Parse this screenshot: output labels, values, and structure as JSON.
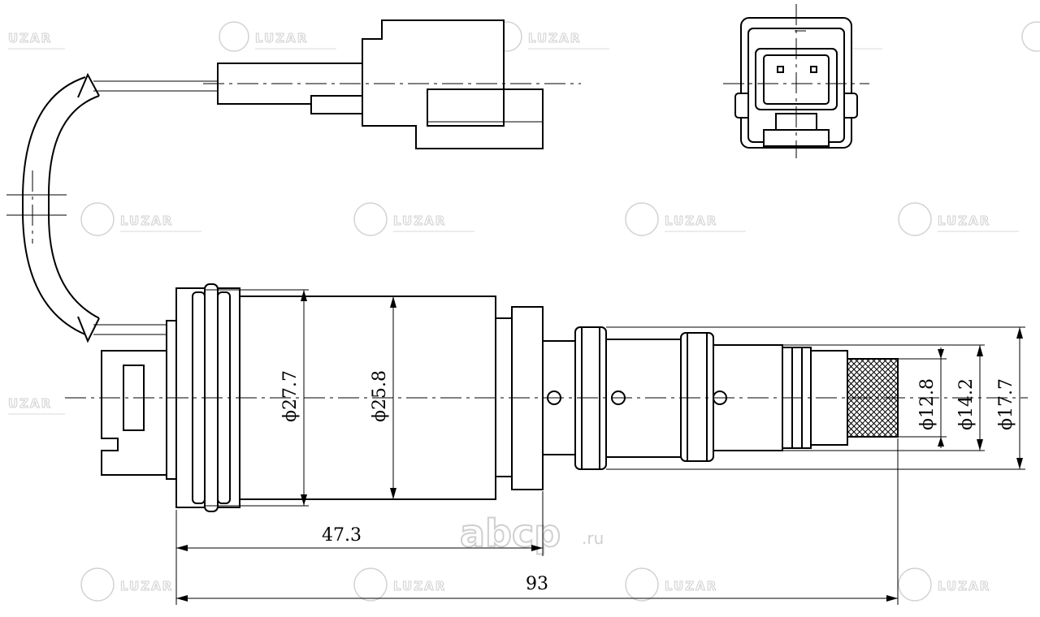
{
  "watermark": {
    "brand": "LUZAR",
    "partial": "UZAR"
  },
  "site_mark": {
    "name": "abcp",
    "suffix": ".ru"
  },
  "dimensions": {
    "d_housing": "ϕ27.7",
    "d_body": "ϕ25.8",
    "d_filter": "ϕ12.8",
    "d_ring_small": "ϕ14.2",
    "d_ring_large": "ϕ17.7",
    "len_body": "47.3",
    "len_total": "93"
  }
}
